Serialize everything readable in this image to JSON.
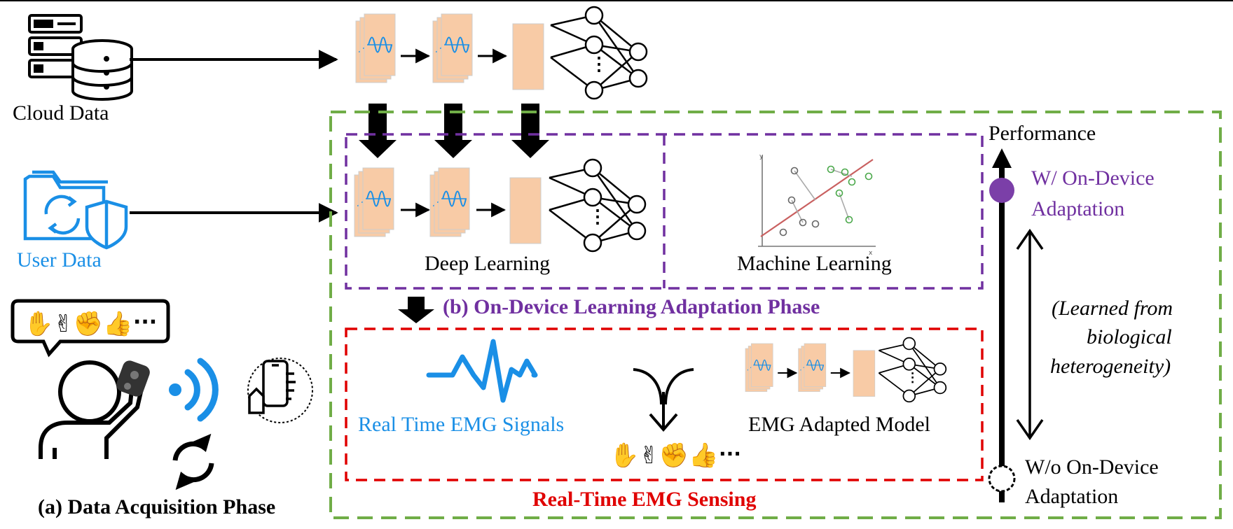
{
  "colors": {
    "green_border": "#70ad47",
    "purple_border": "#7030a0",
    "red_border": "#e00000",
    "blue_text": "#1a8fe6",
    "feature_fill": "#f8cba6",
    "signal_blue": "#1a8fe6",
    "performance_purple": "#7b3fa8"
  },
  "icons": {
    "cloud": "server-database-icon",
    "user": "folder-shield-sync-icon",
    "gestures": "hand-gestures-icon",
    "wireless": "wireless-signal-icon",
    "phone": "smartphone-hand-icon",
    "sync": "sync-arrows-icon",
    "emg": "emg-waveform-icon",
    "merge": "merge-arrow-icon"
  },
  "acquisition": {
    "cloud_label": "Cloud Data",
    "user_label": "User Data",
    "gesture_ellipsis": "···",
    "phase_label": "(a) Data Acquisition Phase"
  },
  "adaptation": {
    "deep_label": "Deep Learning",
    "ml_label": "Machine Learning",
    "phase_label": "(b) On-Device Learning Adaptation Phase",
    "network_ellipsis": "⋮"
  },
  "sensing": {
    "signals_label": "Real Time EMG Signals",
    "model_label": "EMG Adapted Model",
    "gesture_ellipsis": "···",
    "phase_label": "Real-Time EMG Sensing"
  },
  "performance": {
    "axis_label": "Performance",
    "with_label_1": "W/ On-Device",
    "with_label_2": "Adaptation",
    "heterogeneity_1": "(Learned from",
    "heterogeneity_2": "biological",
    "heterogeneity_3": "heterogeneity)",
    "without_label_1": "W/o On-Device",
    "without_label_2": "Adaptation"
  }
}
